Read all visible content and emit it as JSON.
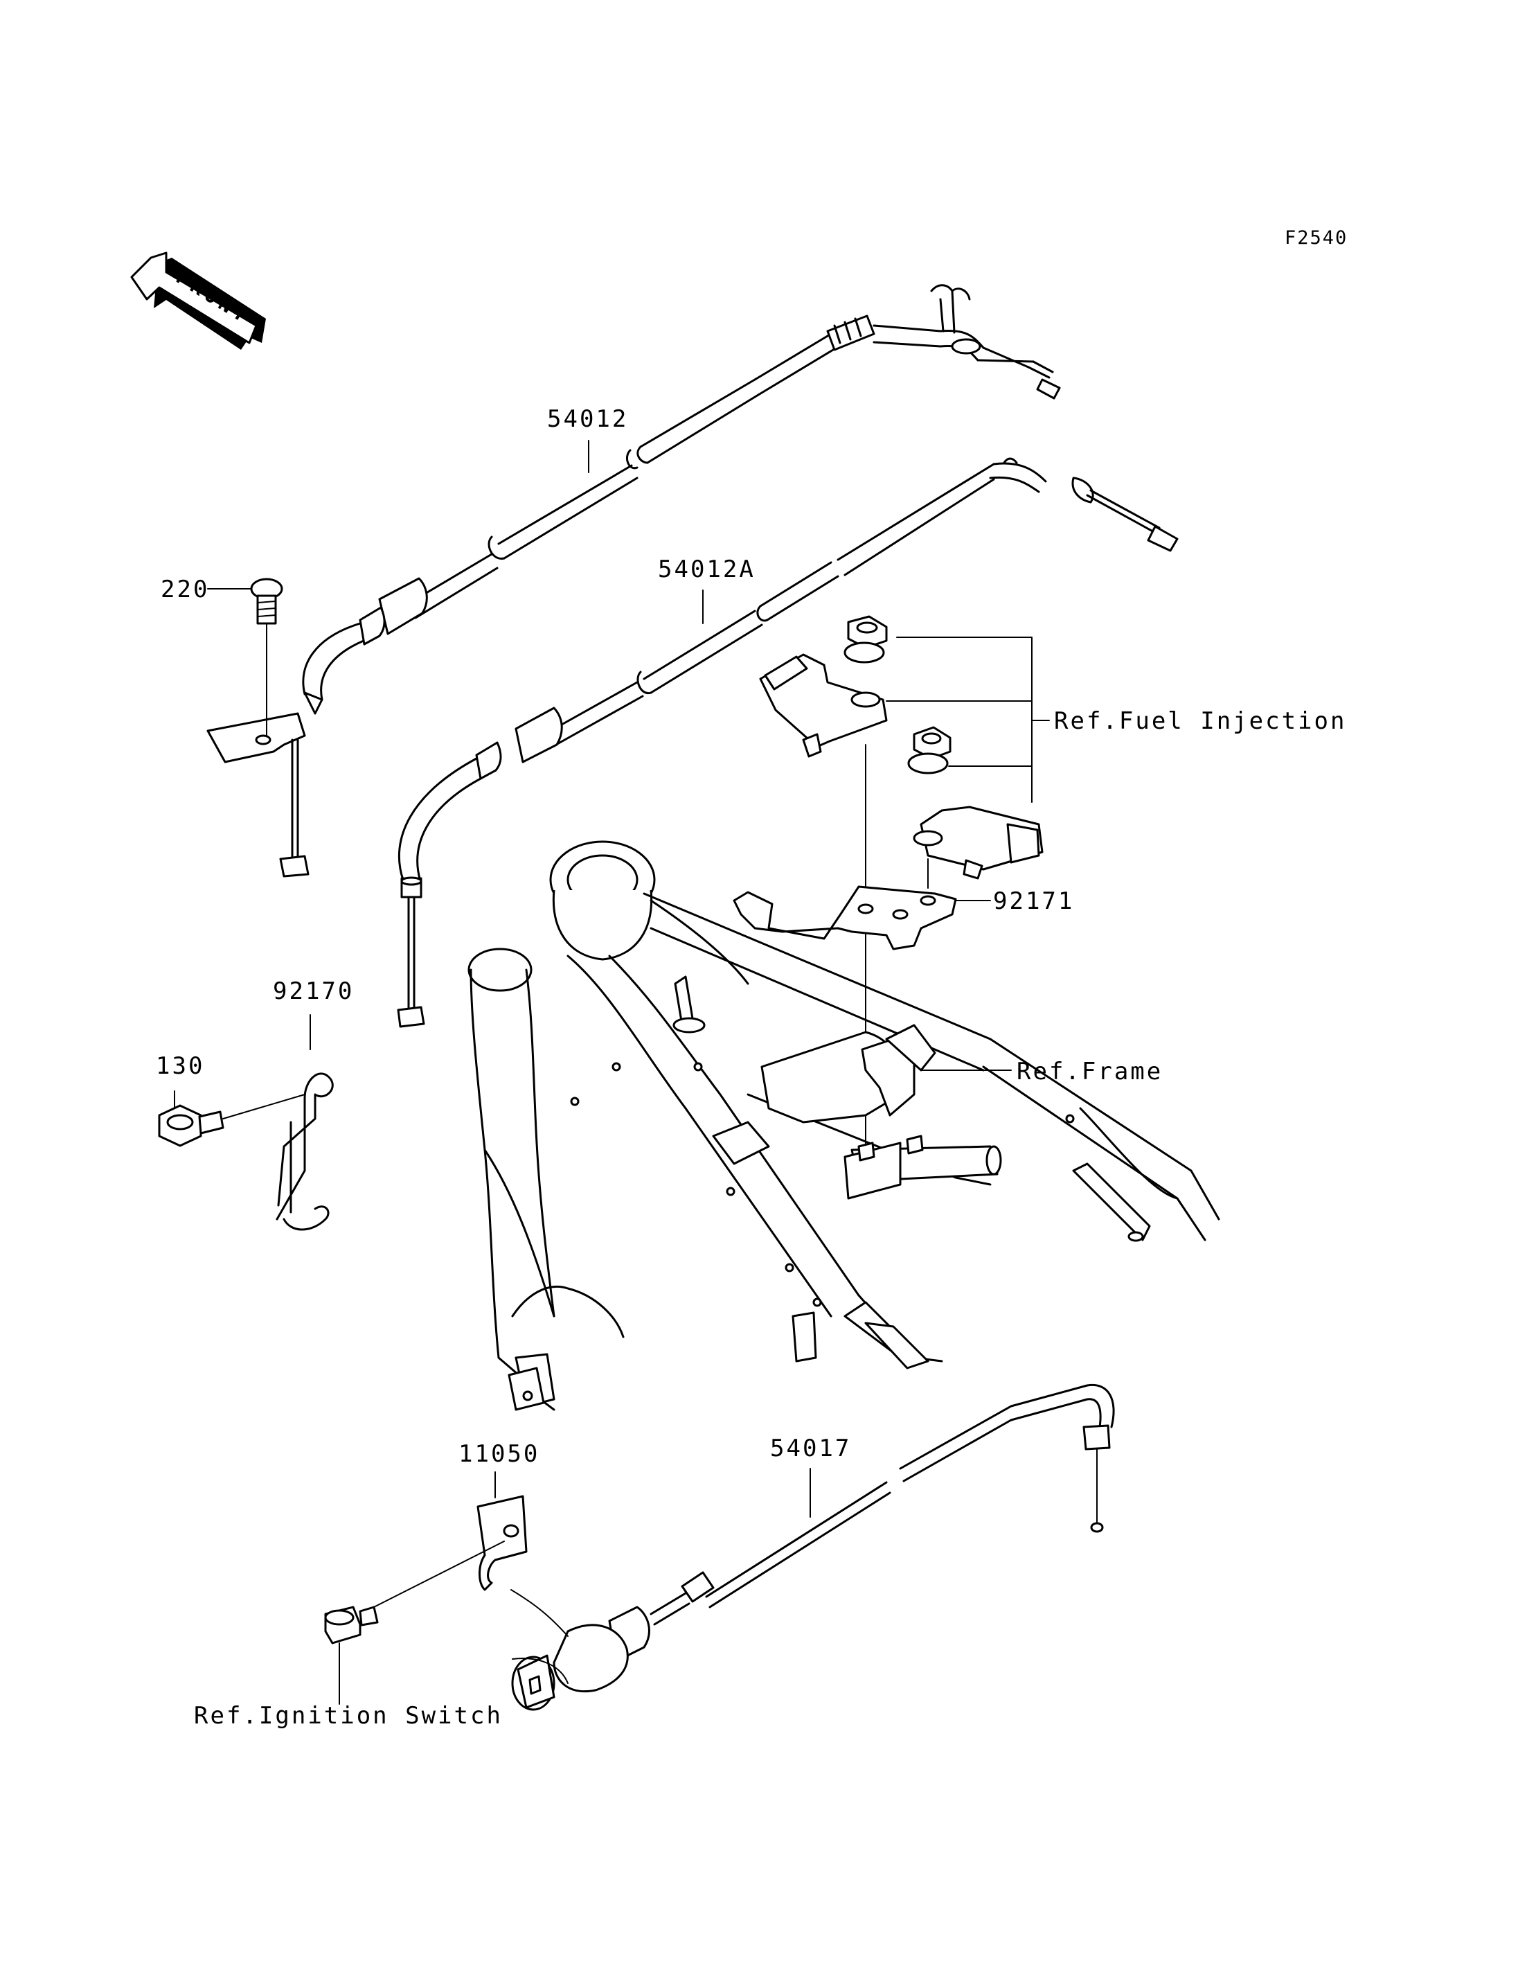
{
  "figure_code": "F2540",
  "front_arrow": "FRONT",
  "parts": {
    "throttle_cable_a": "54012",
    "throttle_cable_b": "54012A",
    "screw": "220",
    "bolt": "130",
    "bracket": "92170",
    "bracket_sensor": "92171",
    "choke_bracket": "11050",
    "choke_cable": "54017"
  },
  "references": {
    "fuel_injection": "Ref.Fuel Injection",
    "frame": "Ref.Frame",
    "ignition_switch": "Ref.Ignition Switch"
  }
}
